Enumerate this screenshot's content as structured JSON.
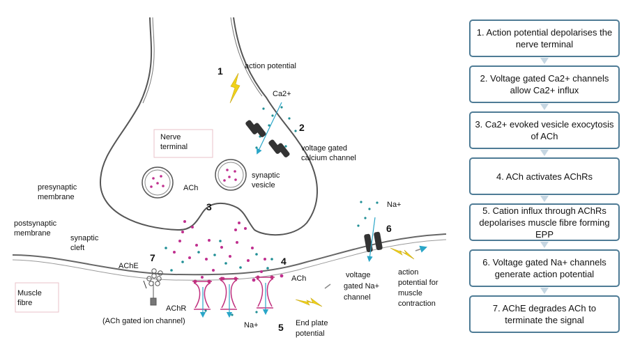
{
  "labels": {
    "action_potential": "action potential",
    "ca2plus": "Ca2+",
    "nerve_terminal_1": "Nerve",
    "nerve_terminal_2": "terminal",
    "vg_calcium_1": "voltage gated",
    "vg_calcium_2": "calcium channel",
    "synaptic_vesicle_1": "synaptic",
    "synaptic_vesicle_2": "vesicle",
    "ach_vesicle": "ACh",
    "presynaptic_1": "presynaptic",
    "presynaptic_2": "membrane",
    "postsynaptic_1": "postsynaptic",
    "postsynaptic_2": "membrane",
    "synaptic_cleft_1": "synaptic",
    "synaptic_cleft_2": "cleft",
    "ache": "AChE",
    "muscle_fibre_1": "Muscle",
    "muscle_fibre_2": "fibre",
    "achr": "AChR",
    "ach_gated": "(ACh gated ion channel)",
    "na_bottom": "Na+",
    "end_plate_1": "End plate",
    "end_plate_2": "potential",
    "ach_receptor": "ACh",
    "na_top": "Na+",
    "vg_na_1": "voltage",
    "vg_na_2": "gated Na+",
    "vg_na_3": "channel",
    "ap_muscle_1": "action",
    "ap_muscle_2": "potential for",
    "ap_muscle_3": "muscle",
    "ap_muscle_4": "contraction"
  },
  "numbers": {
    "n1": "1",
    "n2": "2",
    "n3": "3",
    "n4": "4",
    "n5": "5",
    "n6": "6",
    "n7": "7"
  },
  "steps": [
    {
      "text": "1. Action potential depolarises the nerve terminal"
    },
    {
      "text": "2. Voltage gated Ca2+ channels allow Ca2+ influx"
    },
    {
      "text": "3. Ca2+ evoked vesicle exocytosis of ACh"
    },
    {
      "text": "4. ACh activates AChRs"
    },
    {
      "text": "5. Cation influx through AChRs depolarises muscle fibre forming EPP"
    },
    {
      "text": "6. Voltage gated Na+ channels generate action potential"
    },
    {
      "text": "7. AChE degrades ACh to terminate the signal"
    }
  ],
  "colors": {
    "step_border": "#4e7b95",
    "step_arrow": "#c5d6e2",
    "ach_dots": "#c0308f",
    "ion_dots": "#1f8f95",
    "bolt": "#f0d21a",
    "receptor": "#c0307e",
    "ion_arrow": "#2aa6c8",
    "channel": "#333333",
    "membrane": "#555555"
  }
}
